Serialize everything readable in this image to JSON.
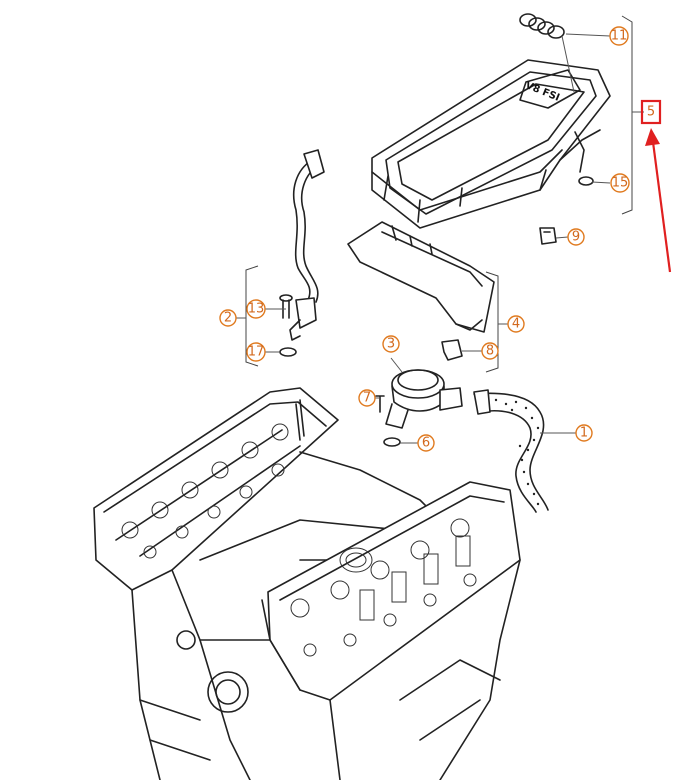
{
  "callouts": {
    "c1": "1",
    "c2": "2",
    "c3": "3",
    "c4": "4",
    "c5": "5",
    "c6": "6",
    "c7": "7",
    "c8": "8",
    "c9": "9",
    "c11": "11",
    "c13": "13",
    "c15": "15",
    "c17": "17"
  },
  "cover_badge": "V8 FSI",
  "colors": {
    "callout": "#e07a1f",
    "highlight": "#e02020",
    "line": "#222222"
  }
}
